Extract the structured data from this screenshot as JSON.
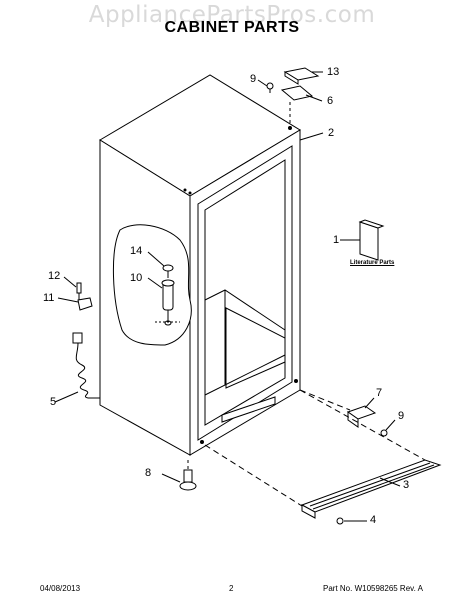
{
  "watermark": "AppliancePartsPros.com",
  "title": "CABINET PARTS",
  "literature_label": "Literature Parts",
  "callouts": {
    "c1": "1",
    "c2": "2",
    "c3": "3",
    "c4": "4",
    "c5": "5",
    "c6": "6",
    "c7": "7",
    "c8": "8",
    "c9a": "9",
    "c9b": "9",
    "c10": "10",
    "c11": "11",
    "c12": "12",
    "c13": "13",
    "c14": "14"
  },
  "footer": {
    "date": "04/08/2013",
    "page": "2",
    "part_number": "Part No. W10598265 Rev. A"
  }
}
